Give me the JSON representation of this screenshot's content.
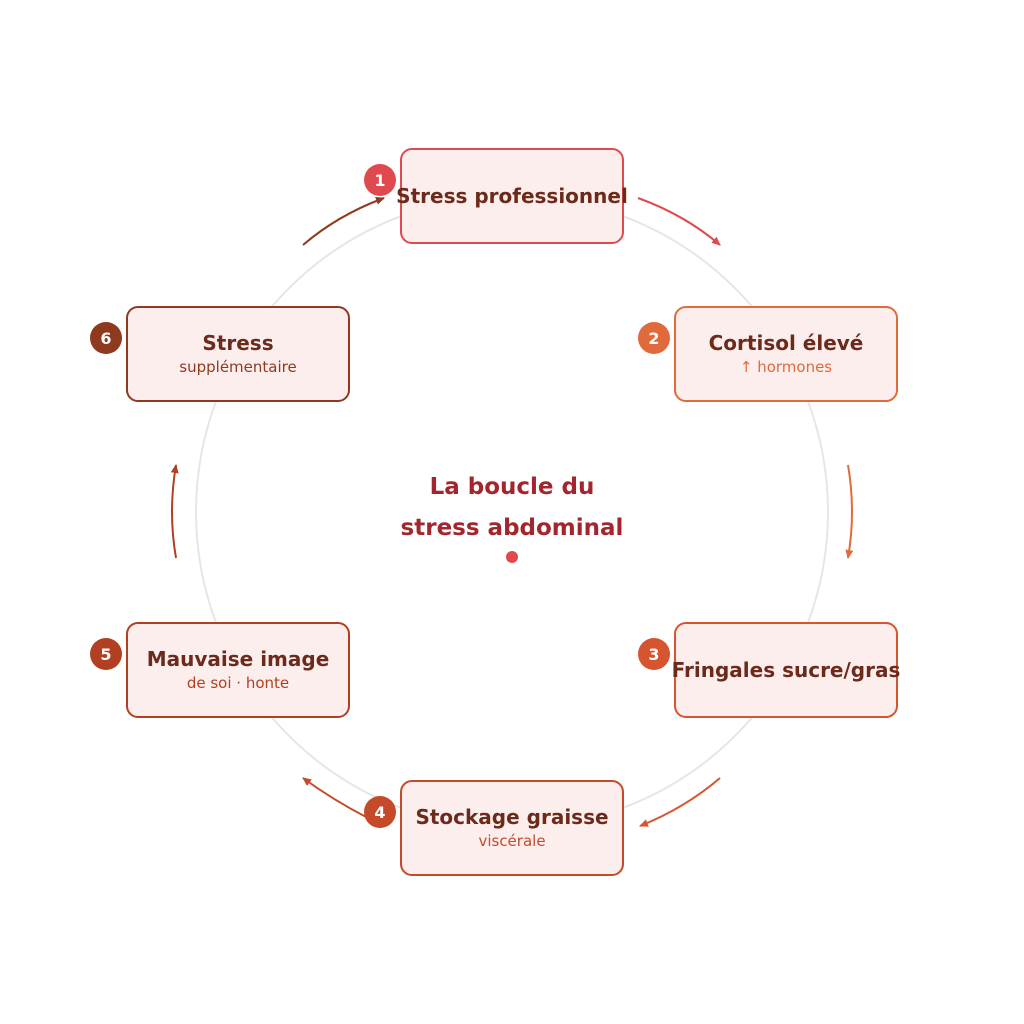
{
  "title_line1": "La boucle du",
  "title_line2": "stress abdominal",
  "colors": {
    "step1": "#e04a4f",
    "step2": "#e06a3c",
    "step3": "#d6552f",
    "step4": "#c44a2a",
    "step5": "#b23f22",
    "step6": "#8f3a1e",
    "center_dot": "#e04a4f",
    "ring": "#e6e6e6"
  },
  "steps": [
    {
      "number": "1",
      "title": "Stress professionnel",
      "subtitle": ""
    },
    {
      "number": "2",
      "title": "Cortisol élevé",
      "subtitle": "↑ hormones"
    },
    {
      "number": "3",
      "title": "Fringales sucre/gras",
      "subtitle": ""
    },
    {
      "number": "4",
      "title": "Stockage graisse",
      "subtitle": "viscérale"
    },
    {
      "number": "5",
      "title": "Mauvaise image",
      "subtitle": "de soi · honte"
    },
    {
      "number": "6",
      "title": "Stress",
      "subtitle": "supplémentaire"
    }
  ]
}
